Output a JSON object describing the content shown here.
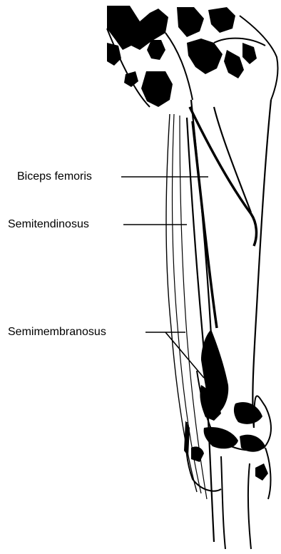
{
  "diagram": {
    "labels": {
      "biceps_femoris": "Biceps femoris",
      "semitendinosus": "Semitendinosus",
      "semimembranosus": "Semimembranosus"
    },
    "colors": {
      "ink": "#000000",
      "paper": "#ffffff"
    }
  }
}
